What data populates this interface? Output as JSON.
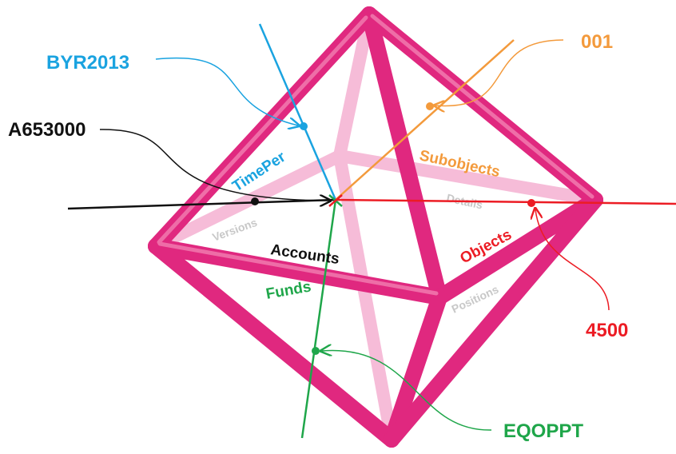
{
  "colors": {
    "frame": "#e0287f",
    "frame_back": "#f3a6cb",
    "timeper": "#1aa3e0",
    "subobjects": "#f39a3c",
    "objects": "#ec1c24",
    "funds": "#1fa64a",
    "accounts": "#111111",
    "faint": "#c8c8c8"
  },
  "callouts": {
    "byr2013": "BYR2013",
    "a653000": "A653000",
    "c001": "001",
    "c4500": "4500",
    "eqoppt": "EQOPPT"
  },
  "axes": {
    "timeper": "TimePer",
    "subobjects": "Subobjects",
    "objects": "Objects",
    "accounts": "Accounts",
    "funds": "Funds"
  },
  "faint_labels": {
    "versions": "Versions",
    "details": "Details",
    "positions": "Positions"
  }
}
